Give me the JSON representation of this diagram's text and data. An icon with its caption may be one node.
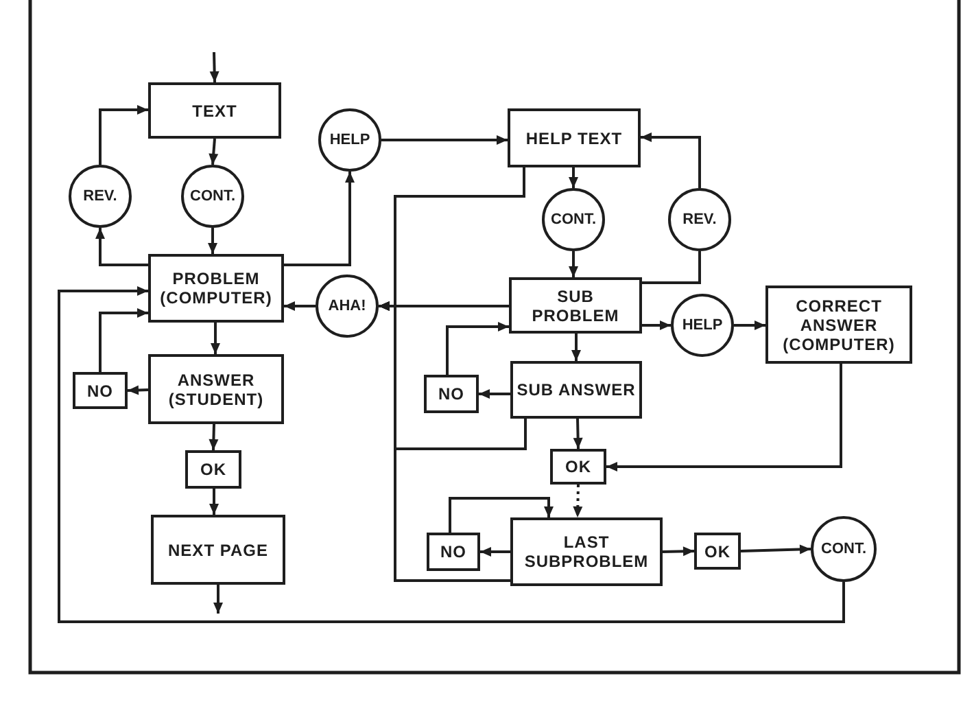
{
  "diagram": {
    "nodes": [
      {
        "text": [
          "TEXT"
        ]
      },
      {
        "text": [
          "REV."
        ]
      },
      {
        "text": [
          "CONT."
        ]
      },
      {
        "text": [
          "HELP"
        ]
      },
      {
        "text": [
          "PROBLEM (COMPUTER)"
        ]
      },
      {
        "text": [
          "AHA!"
        ]
      },
      {
        "text": [
          "NO"
        ]
      },
      {
        "text": [
          "ANSWER (STUDENT)"
        ]
      },
      {
        "text": [
          "OK"
        ]
      },
      {
        "text": [
          "NEXT PAGE"
        ]
      },
      {
        "text": [
          "HELP TEXT"
        ]
      },
      {
        "text": [
          "CONT."
        ]
      },
      {
        "text": [
          "REV."
        ]
      },
      {
        "text": [
          "SUB PROBLEM"
        ]
      },
      {
        "text": [
          "HELP"
        ]
      },
      {
        "text": [
          "CORRECT ANSWER (COMPUTER)"
        ]
      },
      {
        "text": [
          "NO"
        ]
      },
      {
        "text": [
          "SUB ANSWER"
        ]
      },
      {
        "text": [
          "OK"
        ]
      },
      {
        "text": [
          "NO"
        ]
      },
      {
        "text": [
          "LAST SUBPROBLEM"
        ]
      },
      {
        "text": [
          "OK"
        ]
      },
      {
        "text": [
          "CONT."
        ]
      }
    ],
    "edges": [
      {
        "from": null,
        "to": 0,
        "arrow": "to"
      },
      {
        "from": 0,
        "to": 2,
        "arrow": "to"
      },
      {
        "from": 2,
        "to": 4,
        "arrow": "to"
      },
      {
        "from": 4,
        "to": 1,
        "arrow": "to"
      },
      {
        "from": 1,
        "to": 0,
        "arrow": "to"
      },
      {
        "from": 4,
        "to": 3,
        "arrow": "to"
      },
      {
        "from": 3,
        "to": 10,
        "arrow": "to"
      },
      {
        "from": 5,
        "to": 4,
        "arrow": "to"
      },
      {
        "from": 13,
        "to": 5,
        "arrow": "to"
      },
      {
        "from": 10,
        "to": 5,
        "arrow": "to"
      },
      {
        "from": 17,
        "to": 5,
        "arrow": "to"
      },
      {
        "from": 20,
        "to": 5,
        "arrow": "to"
      },
      {
        "from": 10,
        "to": 11,
        "arrow": "to"
      },
      {
        "from": 11,
        "to": 13,
        "arrow": "to"
      },
      {
        "from": 13,
        "to": 12,
        "arrow": "none"
      },
      {
        "from": 12,
        "to": 10,
        "arrow": "to"
      },
      {
        "from": 13,
        "to": 14,
        "arrow": "to"
      },
      {
        "from": 14,
        "to": 15,
        "arrow": "to"
      },
      {
        "from": 15,
        "to": 18,
        "arrow": "to"
      },
      {
        "from": 13,
        "to": 17,
        "arrow": "to"
      },
      {
        "from": 17,
        "to": 16,
        "arrow": "to"
      },
      {
        "from": 16,
        "to": 13,
        "arrow": "to"
      },
      {
        "from": 17,
        "to": 18,
        "arrow": "to"
      },
      {
        "from": 18,
        "to": 20,
        "arrow": "to",
        "style": "dashed"
      },
      {
        "from": 20,
        "to": 19,
        "arrow": "to"
      },
      {
        "from": 19,
        "to": 20,
        "arrow": "to"
      },
      {
        "from": 20,
        "to": 21,
        "arrow": "to"
      },
      {
        "from": 21,
        "to": 22,
        "arrow": "to"
      },
      {
        "from": 22,
        "to": 4,
        "arrow": "to"
      },
      {
        "from": 7,
        "to": 6,
        "arrow": "to"
      },
      {
        "from": 6,
        "to": 4,
        "arrow": "to"
      },
      {
        "from": 4,
        "to": 7,
        "arrow": "to"
      },
      {
        "from": 7,
        "to": 8,
        "arrow": "to"
      },
      {
        "from": 8,
        "to": 9,
        "arrow": "to"
      },
      {
        "from": 9,
        "to": null,
        "arrow": "to"
      }
    ]
  }
}
